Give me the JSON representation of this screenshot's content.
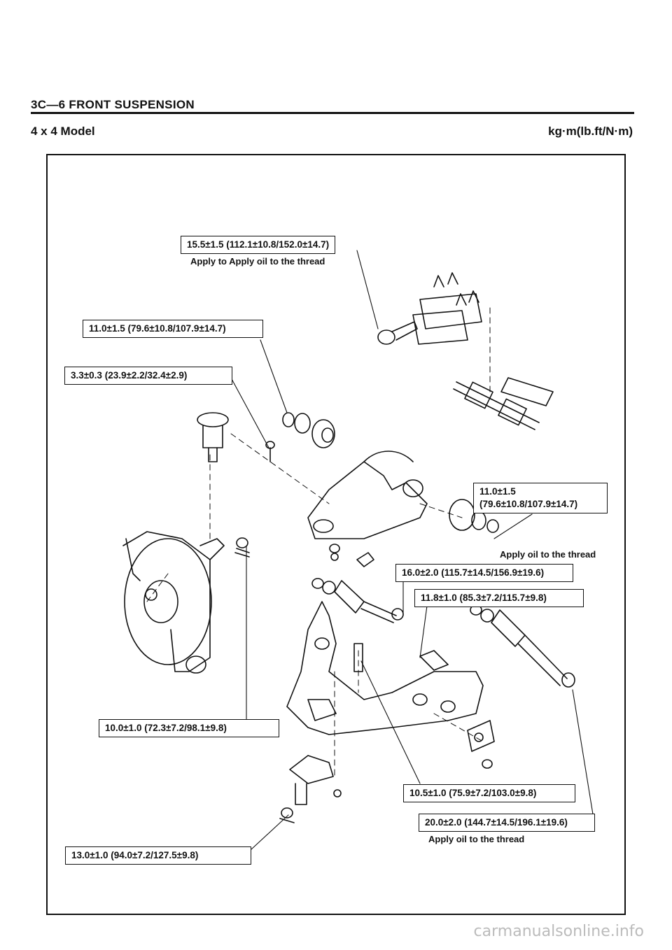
{
  "header": {
    "section_title": "3C—6  FRONT SUSPENSION"
  },
  "diagram": {
    "model_title": "4 x 4 Model",
    "unit_label": "kg·m(lb.ft/N·m)",
    "torque_specs": [
      {
        "id": "t1",
        "line1": "15.5±1.5 (112.1±10.8/152.0±14.7)"
      },
      {
        "id": "t2",
        "line1": "11.0±1.5 (79.6±10.8/107.9±14.7)"
      },
      {
        "id": "t3",
        "line1": "3.3±0.3 (23.9±2.2/32.4±2.9)"
      },
      {
        "id": "t4",
        "line1": "11.0±1.5",
        "line2": "(79.6±10.8/107.9±14.7)"
      },
      {
        "id": "t5",
        "line1": "16.0±2.0 (115.7±14.5/156.9±19.6)"
      },
      {
        "id": "t6",
        "line1": "11.8±1.0 (85.3±7.2/115.7±9.8)"
      },
      {
        "id": "t7",
        "line1": "10.0±1.0 (72.3±7.2/98.1±9.8)"
      },
      {
        "id": "t8",
        "line1": "10.5±1.0 (75.9±7.2/103.0±9.8)"
      },
      {
        "id": "t9",
        "line1": "20.0±2.0 (144.7±14.5/196.1±19.6)"
      },
      {
        "id": "t10",
        "line1": "13.0±1.0 (94.0±7.2/127.5±9.8)"
      }
    ],
    "notes": {
      "n1": "Apply to  Apply oil to the thread",
      "n2": "Apply oil to the thread",
      "n3": "Apply oil to the thread"
    }
  },
  "footer": {
    "watermark": "carmanualsonline.info"
  }
}
